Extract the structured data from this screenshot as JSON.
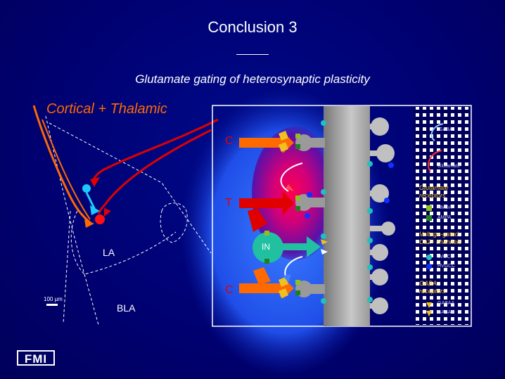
{
  "slide": {
    "title": "Conclusion 3",
    "subtitle": "Glutamate gating of heterosynaptic plasticity"
  },
  "left_diagram": {
    "inputs_label": "Cortical + Thalamic",
    "region_la": "LA",
    "region_bla": "BLA",
    "scale_bar": "100 µm"
  },
  "circuit": {
    "input_c_top": "C",
    "input_t": "T",
    "input_c_bottom": "C",
    "interneuron": "IN"
  },
  "legend": {
    "gaba": "GABA",
    "glutamate": "Glutamate",
    "glutamate_receptors": "Glutamate receptors",
    "nmda": "NMDA",
    "ampa": "AMPA",
    "vgcc_header": "Voltage-gated Ca2+ channels",
    "lvgcc": "LVGCC",
    "hvgcc": "HVGCC",
    "gaba_receptors": "GABA receptors",
    "gaba_a": "GABAA",
    "gaba_b": "GABAB"
  },
  "logo": "FMI",
  "colors": {
    "background": "#00006b",
    "cortical_input": "#ff6a00",
    "thalamic_input": "#e00000",
    "interneuron": "#20c0a0",
    "dendrite": "#a0a0a0"
  }
}
